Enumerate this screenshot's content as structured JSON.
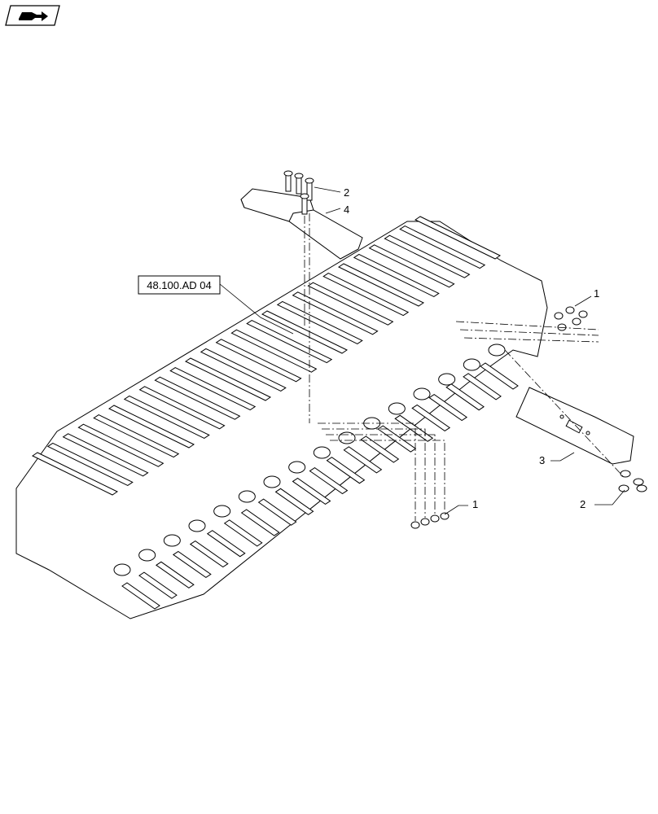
{
  "nav_icon": "book-arrow-icon",
  "reference_label": "48.100.AD 04",
  "callouts": [
    {
      "id": "callout-1-top",
      "text": "1"
    },
    {
      "id": "callout-1-bottom",
      "text": "1"
    },
    {
      "id": "callout-2-top",
      "text": "2"
    },
    {
      "id": "callout-2-bottom",
      "text": "2"
    },
    {
      "id": "callout-3",
      "text": "3"
    },
    {
      "id": "callout-4",
      "text": "4"
    }
  ]
}
